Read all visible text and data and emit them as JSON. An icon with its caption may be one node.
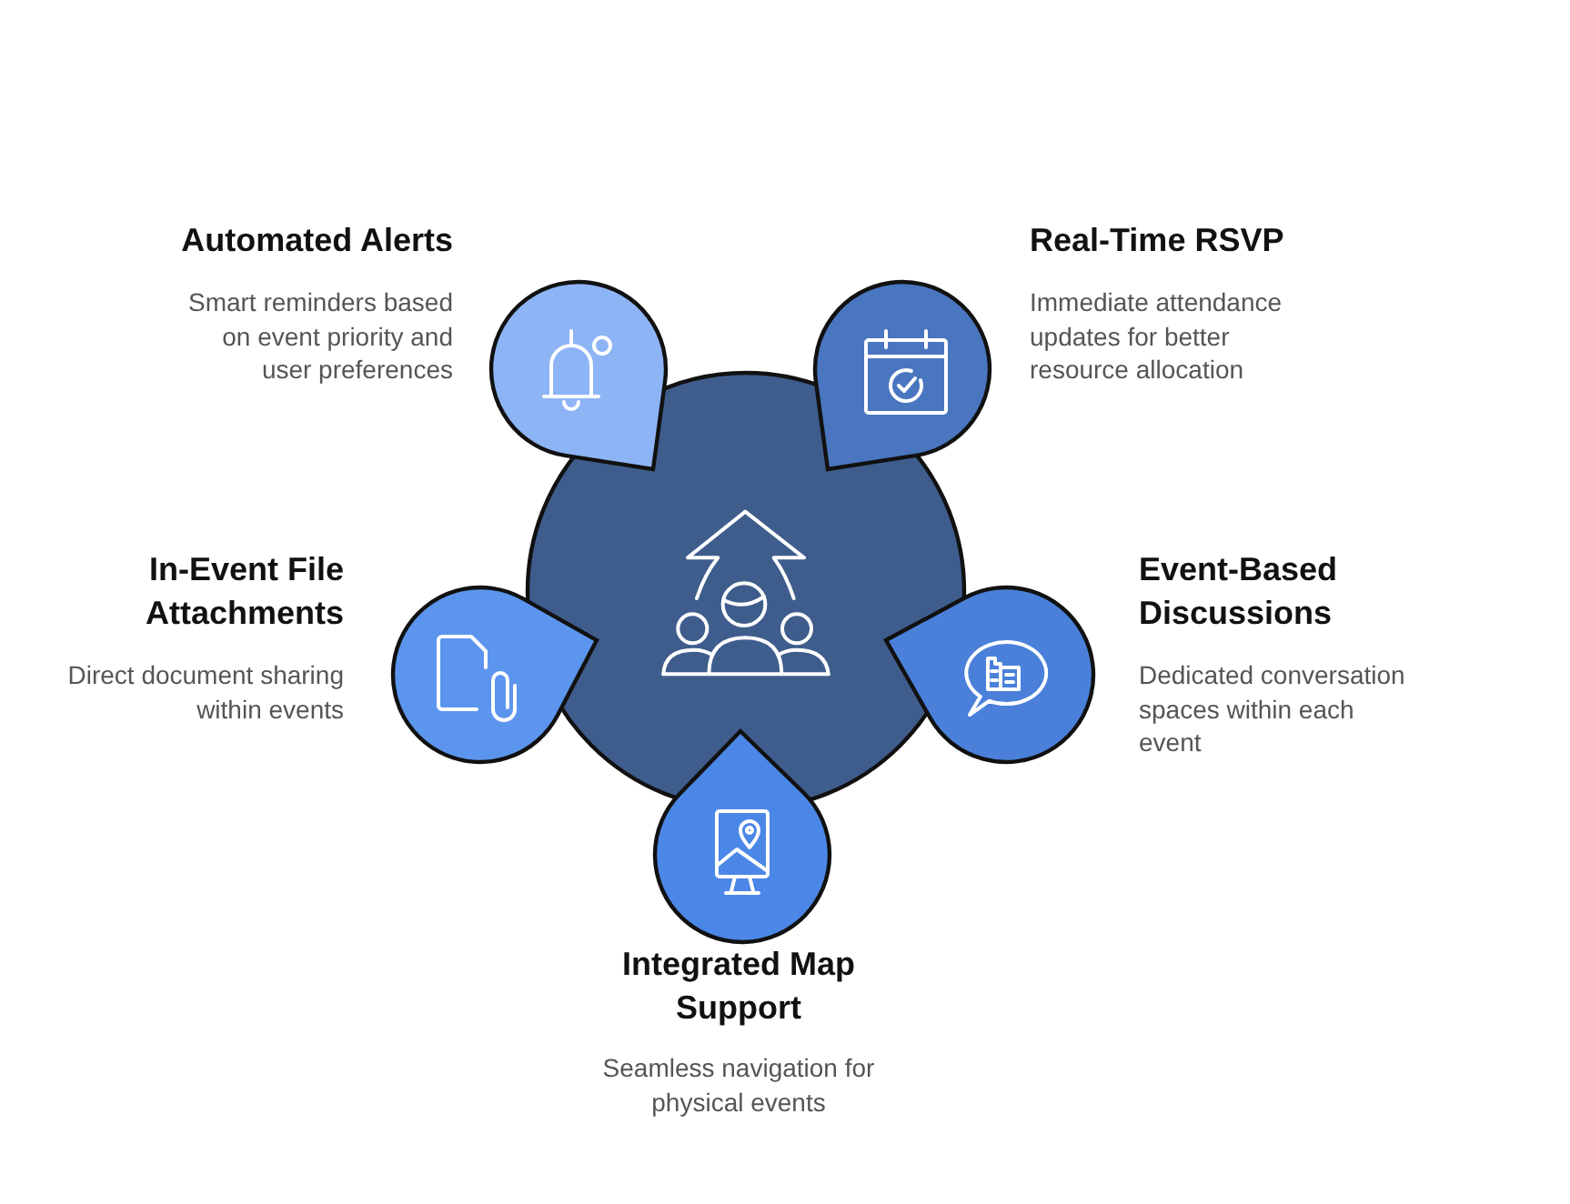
{
  "diagram": {
    "nodes": [
      {
        "text": [],
        "shape": "circle"
      },
      {
        "text": [],
        "shape": "teardrop",
        "beside": [
          "Automated Alerts",
          "Smart reminders based on event priority and user preferences"
        ]
      },
      {
        "text": [],
        "shape": "teardrop",
        "beside": [
          "Real-Time RSVP",
          "Immediate attendance updates for better resource allocation"
        ]
      },
      {
        "text": [],
        "shape": "teardrop",
        "beside": [
          "In-Event File Attachments",
          "Direct document sharing within events"
        ]
      },
      {
        "text": [],
        "shape": "teardrop",
        "beside": [
          "Event-Based Discussions",
          "Dedicated conversation spaces within each event"
        ]
      },
      {
        "text": [],
        "shape": "teardrop",
        "beside": [
          "Integrated Map Support",
          "Seamless navigation for physical events"
        ]
      }
    ]
  }
}
